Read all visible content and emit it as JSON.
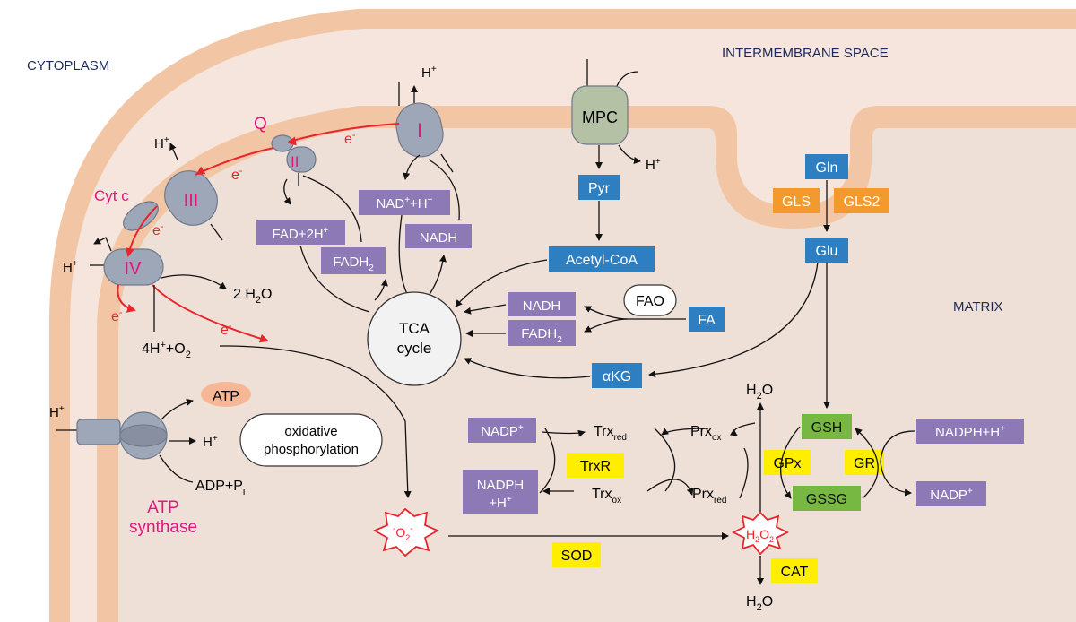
{
  "regions": {
    "cytoplasm": "CYTOPLASM",
    "intermembrane": "INTERMEMBRANE SPACE",
    "matrix": "MATRIX"
  },
  "complexes": {
    "q": "Q",
    "c1": "I",
    "c2": "II",
    "c3": "III",
    "cytc": "Cyt c",
    "c4": "IV",
    "mpc": "MPC"
  },
  "labels": {
    "h": "H",
    "plus": "+",
    "e": "e",
    "minus": "-",
    "atp": "ATP",
    "adp": "ADP+P",
    "adp_sub": "i",
    "atp_synthase_1": "ATP",
    "atp_synthase_2": "synthase",
    "oxphos_1": "oxidative",
    "oxphos_2": "phosphorylation",
    "two": "2 H",
    "two_o": "O",
    "sub2": "2",
    "o2_pre": "4H",
    "o2_mid": "+O",
    "tca_1": "TCA",
    "tca_2": "cycle",
    "fao": "FAO",
    "h2o_h": "H",
    "h2o_o": "O",
    "superoxide_o": "O",
    "h2o2_h": "H",
    "h2o2_o": "O"
  },
  "purple_boxes": {
    "nad_plus": "NAD",
    "nad_plus_h": "+H",
    "nadh_top": "NADH",
    "fad": "FAD+2H",
    "fadh2_top": "FADH",
    "nadh_mid": "NADH",
    "fadh2_mid": "FADH",
    "nadp_left": "NADP",
    "nadph_left_1": "NADPH",
    "nadph_left_2": "+H",
    "nadph_right": "NADPH+H",
    "nadp_right": "NADP"
  },
  "blue_boxes": {
    "pyr": "Pyr",
    "acetyl": "Acetyl-CoA",
    "fa": "FA",
    "akg": "αKG",
    "gln": "Gln",
    "glu": "Glu"
  },
  "orange_boxes": {
    "gls": "GLS",
    "gls2": "GLS2"
  },
  "green_boxes": {
    "gsh": "GSH",
    "gssg": "GSSG"
  },
  "yellow_boxes": {
    "trxr": "TrxR",
    "gpx": "GPx",
    "gr": "GR",
    "sod": "SOD",
    "cat": "CAT"
  },
  "redox": {
    "trx": "Trx",
    "red": "red",
    "ox": "ox",
    "prx": "Prx"
  },
  "colors": {
    "membrane": "#f2c6a4",
    "intermembrane": "#f6e5dc",
    "matrix": "#efe0d7",
    "complex": "#9ea7b8",
    "mpc": "#b4c1a4",
    "purple": "#8c79b6",
    "blue": "#2d7fc1",
    "orange": "#f29a2e",
    "green": "#77b843",
    "yellow": "#ffee00",
    "magenta": "#e3157f",
    "red": "#e8252b"
  }
}
